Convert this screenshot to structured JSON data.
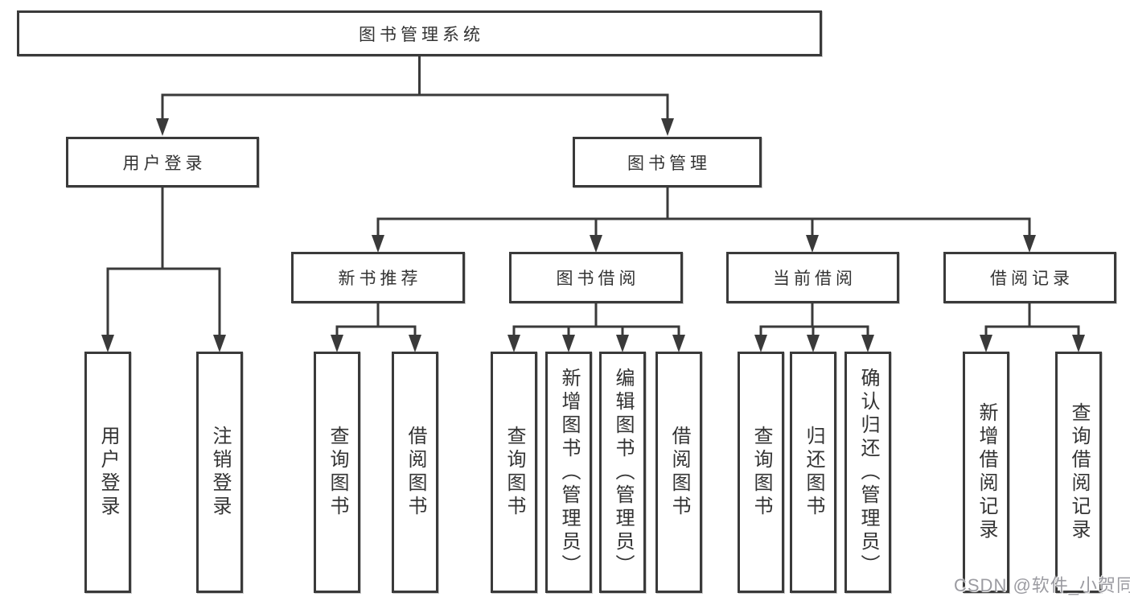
{
  "diagram": {
    "type": "hierarchy-tree",
    "title": "图书管理系统"
  },
  "nodes": {
    "root": {
      "label": "图书管理系统"
    },
    "level2": {
      "user_login": {
        "label": "用户登录"
      },
      "book_mgmt": {
        "label": "图书管理"
      }
    },
    "level3": {
      "new_book_rec": {
        "label": "新书推荐"
      },
      "book_borrow": {
        "label": "图书借阅"
      },
      "current_borrow": {
        "label": "当前借阅"
      },
      "borrow_records": {
        "label": "借阅记录"
      }
    },
    "leaves": {
      "user_login": {
        "label": "用户登录",
        "parent": "用户登录"
      },
      "logout": {
        "label": "注销登录",
        "parent": "用户登录"
      },
      "nb_query_books": {
        "label": "查询图书",
        "parent": "新书推荐"
      },
      "nb_borrow_books": {
        "label": "借阅图书",
        "parent": "新书推荐"
      },
      "bb_query_books": {
        "label": "查询图书",
        "parent": "图书借阅"
      },
      "bb_add_books": {
        "label": "新增图书（管理员）",
        "parent": "图书借阅"
      },
      "bb_edit_books": {
        "label": "编辑图书（管理员）",
        "parent": "图书借阅"
      },
      "bb_borrow_books": {
        "label": "借阅图书",
        "parent": "图书借阅"
      },
      "cb_query_books": {
        "label": "查询图书",
        "parent": "当前借阅"
      },
      "cb_return_books": {
        "label": "归还图书",
        "parent": "当前借阅"
      },
      "cb_confirm_return": {
        "label": "确认归还（管理员）",
        "parent": "当前借阅"
      },
      "br_add_record": {
        "label": "新增借阅记录",
        "parent": "借阅记录"
      },
      "br_query_record": {
        "label": "查询借阅记录",
        "parent": "借阅记录"
      }
    }
  },
  "watermark": {
    "text": "CSDN @软件_小贺同学"
  },
  "colors": {
    "line": "#3a3a3a",
    "text": "#333333",
    "box_background": "#ffffff",
    "watermark": "#9b9ba1",
    "background": "#ffffff"
  }
}
